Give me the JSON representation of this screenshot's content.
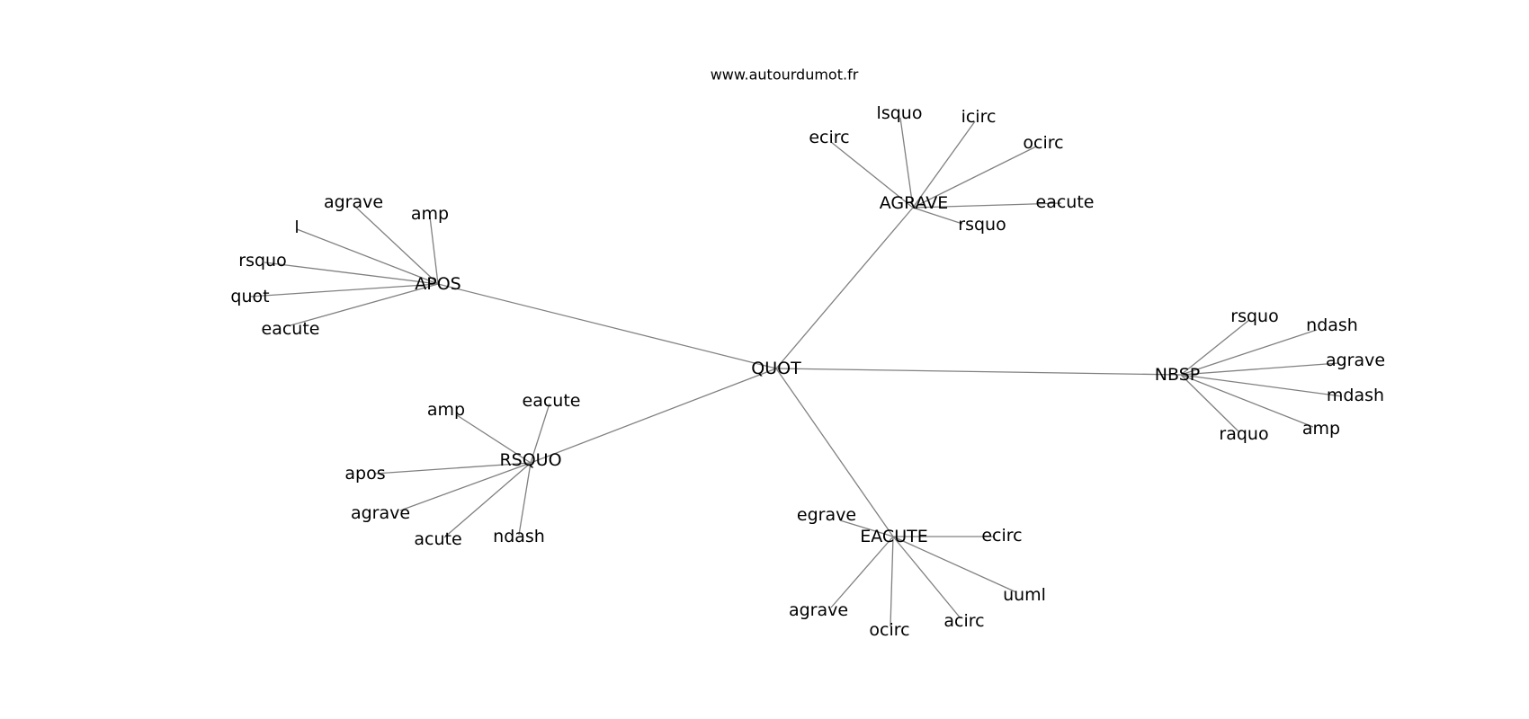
{
  "watermark": "www.autourdumot.fr",
  "graph": {
    "center": "QUOT",
    "hubs": [
      {
        "id": "APOS",
        "label": "APOS",
        "leaves": [
          "agrave",
          "amp",
          "l",
          "rsquo",
          "quot",
          "eacute"
        ]
      },
      {
        "id": "AGRAVE",
        "label": "AGRAVE",
        "leaves": [
          "ecirc",
          "lsquo",
          "icirc",
          "ocirc",
          "eacute",
          "rsquo"
        ]
      },
      {
        "id": "NBSP",
        "label": "NBSP",
        "leaves": [
          "rsquo",
          "ndash",
          "agrave",
          "mdash",
          "amp",
          "raquo"
        ]
      },
      {
        "id": "RSQUO",
        "label": "RSQUO",
        "leaves": [
          "amp",
          "eacute",
          "apos",
          "agrave",
          "acute",
          "ndash"
        ]
      },
      {
        "id": "EACUTE",
        "label": "EACUTE",
        "leaves": [
          "egrave",
          "ecirc",
          "uuml",
          "acirc",
          "ocirc",
          "agrave"
        ]
      }
    ]
  },
  "colors": {
    "edge": "#808080",
    "text": "#000000",
    "background": "#ffffff"
  }
}
